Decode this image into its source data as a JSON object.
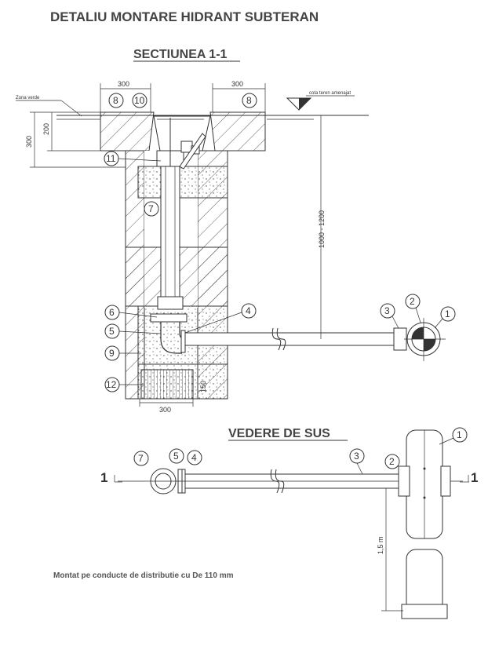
{
  "title": "DETALIU MONTARE HIDRANT SUBTERAN",
  "section_title": "SECTIUNEA 1-1",
  "top_view_title": "VEDERE DE SUS",
  "note": "Montat pe conducte de distributie cu De 110 mm",
  "labels": {
    "zona_verde": "Zona verde",
    "cota_teren": "cota teren amenajat"
  },
  "dimensions": {
    "top_left_width": "300",
    "top_right_width": "300",
    "left_300": "300",
    "left_200": "200",
    "depth_range": "1000 - 1200",
    "bottom_width": "300",
    "bottom_150": "150",
    "spacing_1_5m": "1,5 m"
  },
  "section_markers": {
    "left": "1",
    "right": "1"
  },
  "callouts_section": [
    "8",
    "10",
    "8",
    "11",
    "7",
    "6",
    "5",
    "9",
    "12",
    "4",
    "3",
    "2",
    "1"
  ],
  "callouts_top": [
    "7",
    "5",
    "4",
    "3",
    "2",
    "1"
  ]
}
